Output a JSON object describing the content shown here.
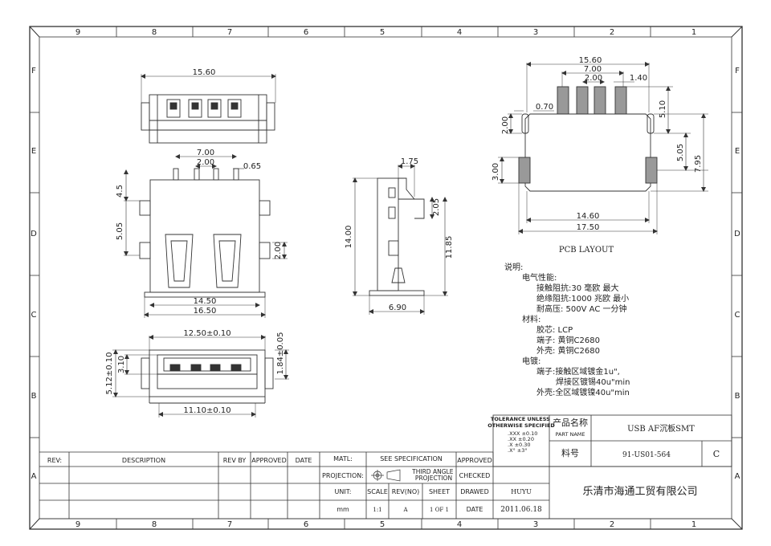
{
  "zones": {
    "top": [
      "9",
      "8",
      "7",
      "6",
      "5",
      "4",
      "3",
      "2",
      "1"
    ],
    "bottom": [
      "9",
      "8",
      "7",
      "6",
      "5",
      "4",
      "3",
      "2",
      "1"
    ],
    "left": [
      "F",
      "E",
      "D",
      "C",
      "B",
      "A"
    ],
    "right": [
      "F",
      "E",
      "D",
      "C",
      "B",
      "A"
    ]
  },
  "top_view": {
    "width": "15.60"
  },
  "front_view": {
    "pin_span": "7.00",
    "pin_pitch": "2.00",
    "pin_width": "0.65",
    "height_top": "4.5",
    "dim_505": "5.05",
    "dim_200": "2.00",
    "width_inner": "14.50",
    "width_outer": "16.50"
  },
  "side_view": {
    "dim_175": "1.75",
    "dim_205": "2.05",
    "height": "14.00",
    "dim_1185": "11.85",
    "depth": "6.90"
  },
  "end_view": {
    "opening_width": "12.50±0.10",
    "dim_310": "3.10",
    "dim_512": "5.12±0.10",
    "dim_184": "1.84±0.05",
    "bottom_width": "11.10±0.10"
  },
  "pcb_layout": {
    "title": "PCB LAYOUT",
    "dims": {
      "overall_top": "15.60",
      "pin_span": "7.00",
      "pin_pitch": "2.00",
      "pad_width": "1.40",
      "dim_070": "0.70",
      "dim_510": "5.10",
      "dim_200": "2.00",
      "dim_505": "5.05",
      "dim_795": "7.95",
      "dim_300": "3.00",
      "inner_width": "14.60",
      "outer_width": "17.50"
    }
  },
  "notes": [
    "说明:",
    "电气性能:",
    "接触阻抗:30 毫欧 最大",
    "绝缘阻抗:1000 兆欧 最小",
    "耐高压:  500V AC 一分钟",
    "材料:",
    "胶芯:  LCP",
    "端子:  黄铜C2680",
    "外壳:  黄铜C2680",
    "电镀:",
    "端子:接触区域镀金1u\",",
    "焊接区镀锡40u\"min",
    "外壳:全区域镀镍40u\"min"
  ],
  "title_block": {
    "tolerance_title": "TOLERANCE UNLESS\nOTHERWISE SPECIFIED",
    "tol_xxx": ".XXX  ±0.10",
    "tol_xx": ".XX   ±0.20",
    "tol_x": ".X    ±0.30",
    "tol_ang": ".X°   ±3°",
    "product_name_label": "产品名称",
    "part_name_label": "PART NAME",
    "product_name": "USB AF沉板SMT",
    "part_no_label": "料号",
    "part_no": "91-US01-564",
    "rev": "C",
    "company": "乐清市海通工贸有限公司",
    "rev_header": "REV:",
    "description_header": "DESCRIPTION",
    "rev_by_header": "REV BY",
    "approved_header": "APPROVED",
    "date_header": "DATE",
    "matl_label": "MATL:",
    "matl_value": "SEE SPECIFICATION",
    "approved_label": "APPROVED",
    "projection_label": "PROJECTION:",
    "projection_value": "THIRD ANGLE\nPROJECTION",
    "checked_label": "CHECKED",
    "unit_label": "UNIT:",
    "scale_label": "SCALE",
    "revno_label": "REV(NO)",
    "sheet_label": "SHEET",
    "drawed_label": "DRAWED",
    "drawed_value": "HUYU",
    "unit_value": "mm",
    "scale_value": "1:1",
    "revno_value": "A",
    "sheet_value": "1 OF 1",
    "date_label": "DATE",
    "date_value": "2011.06.18"
  }
}
